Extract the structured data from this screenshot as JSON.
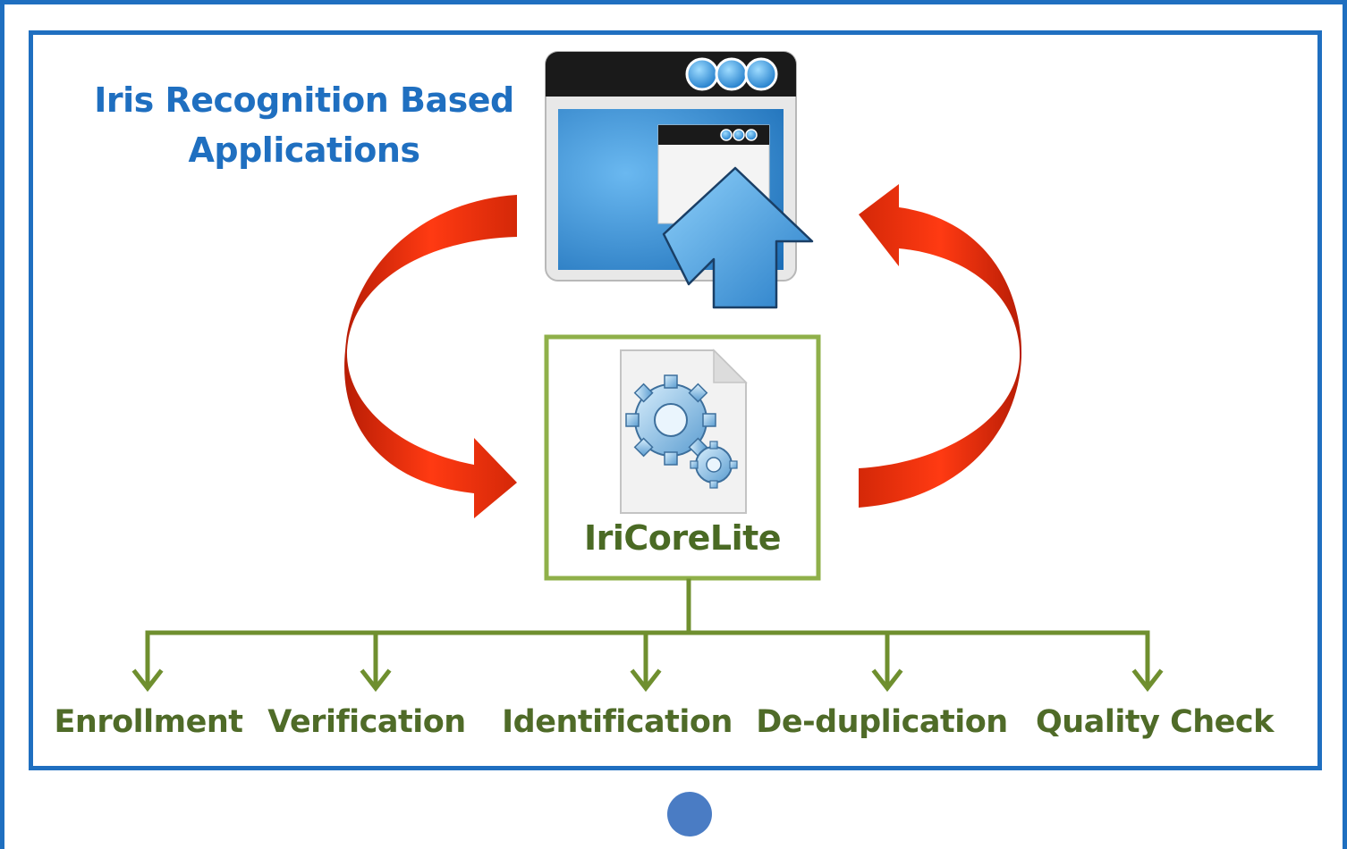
{
  "title": {
    "line1": "Iris Recognition Based",
    "line2": "Applications"
  },
  "core": {
    "label": "IriCoreLite"
  },
  "functions": [
    "Enrollment",
    "Verification",
    "Identification",
    "De-duplication",
    "Quality Check"
  ],
  "icons": {
    "app_window": "application-window-upload-icon",
    "core_file": "gears-file-icon"
  },
  "colors": {
    "frame": "#1f6fc0",
    "arrow": "#e8280a",
    "core_border": "#8fb04a",
    "tree": "#6f8f2f",
    "label_green": "#4f6b28"
  }
}
